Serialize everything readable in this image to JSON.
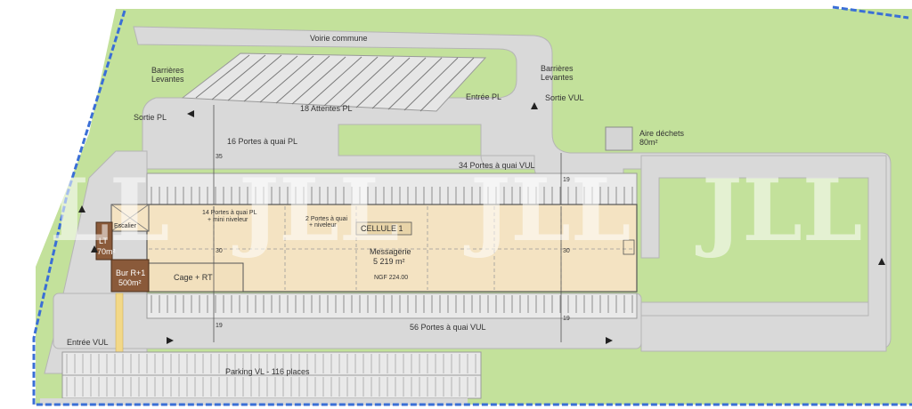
{
  "colors": {
    "grass": "#c3e19b",
    "road": "#d9d9d9",
    "building": "#f4e3c2",
    "dark_block": "#8a5a3a",
    "boundary": "#3a6fd6",
    "line": "#555555"
  },
  "labels": {
    "voirie": "Voirie commune",
    "barrieres_left_1": "Barrières",
    "barrieres_left_2": "Levantes",
    "barrieres_right_1": "Barrières",
    "barrieres_right_2": "Levantes",
    "entree_pl": "Entrée PL",
    "sortie_vul": "Sortie VUL",
    "attentes": "18 Attentes PL",
    "sortie_pl": "Sortie PL",
    "portes_16": "16 Portes à quai PL",
    "aire_dechets_1": "Aire déchets",
    "aire_dechets_2": "80m²",
    "portes_34": "34 Portes à quai VUL",
    "portes_14_1": "14 Portes à quai PL",
    "portes_14_2": "+ mini niveleur",
    "portes_2_1": "2 Portes à quai",
    "portes_2_2": "+ niveleur",
    "cellule": "CELLULE 1",
    "messagerie_1": "Messagerie",
    "messagerie_2": "5 219 m²",
    "ngf": "NGF 224.00",
    "cage": "Cage + RT",
    "lt_1": "LT",
    "lt_2": "70m²",
    "bur_1": "Bur R+1",
    "bur_2": "500m²",
    "escalier": "Escalier",
    "portes_56": "56 Portes à quai VUL",
    "entree_vul": "Entrée VUL",
    "parking": "Parking VL - 116 places",
    "dim_35": "35",
    "dim_30_left": "30",
    "dim_19_left": "19",
    "dim_19_top_right": "19",
    "dim_30_right": "30",
    "dim_19_bottom_right": "19"
  },
  "watermark": {
    "text": "JLL"
  }
}
